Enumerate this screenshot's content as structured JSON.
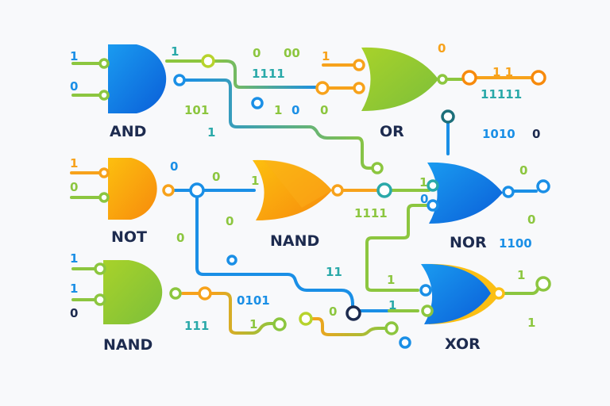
{
  "colors": {
    "background": "#f8f9fb",
    "blue": "#1a8fe6",
    "green": "#8cc63f",
    "orange": "#f7a21b",
    "teal": "#2aa9a9",
    "navy": "#1d2b4f"
  },
  "gates": [
    {
      "id": "and",
      "label": "AND"
    },
    {
      "id": "or",
      "label": "OR"
    },
    {
      "id": "not",
      "label": "NOT"
    },
    {
      "id": "nand-mid",
      "label": "NAND"
    },
    {
      "id": "nor",
      "label": "NOR"
    },
    {
      "id": "nand-bottom",
      "label": "NAND"
    },
    {
      "id": "xor",
      "label": "XOR"
    }
  ],
  "bits": [
    {
      "text": "1",
      "color": "#1a8fe6"
    },
    {
      "text": "0",
      "color": "#1a8fe6"
    },
    {
      "text": "1",
      "color": "#2aa9a9"
    },
    {
      "text": "0",
      "color": "#8cc63f"
    },
    {
      "text": "00",
      "color": "#8cc63f"
    },
    {
      "text": "1111",
      "color": "#2aa9a9"
    },
    {
      "text": "101",
      "color": "#8cc63f"
    },
    {
      "text": "1",
      "color": "#2aa9a9"
    },
    {
      "text": "1",
      "color": "#8cc63f"
    },
    {
      "text": "0",
      "color": "#1a8fe6"
    },
    {
      "text": "0",
      "color": "#8cc63f"
    },
    {
      "text": "1",
      "color": "#f7a21b"
    },
    {
      "text": "0",
      "color": "#f7a21b"
    },
    {
      "text": "1  1",
      "color": "#f7a21b"
    },
    {
      "text": "11111",
      "color": "#2aa9a9"
    },
    {
      "text": "1010",
      "color": "#1a8fe6"
    },
    {
      "text": "0",
      "color": "#1d2b4f"
    },
    {
      "text": "1",
      "color": "#f7a21b"
    },
    {
      "text": "0",
      "color": "#8cc63f"
    },
    {
      "text": "0",
      "color": "#1a8fe6"
    },
    {
      "text": "0",
      "color": "#8cc63f"
    },
    {
      "text": "1",
      "color": "#8cc63f"
    },
    {
      "text": "0",
      "color": "#8cc63f"
    },
    {
      "text": "0",
      "color": "#8cc63f"
    },
    {
      "text": "1111",
      "color": "#8cc63f"
    },
    {
      "text": "1",
      "color": "#8cc63f"
    },
    {
      "text": "0",
      "color": "#1a8fe6"
    },
    {
      "text": "0",
      "color": "#8cc63f"
    },
    {
      "text": "0",
      "color": "#8cc63f"
    },
    {
      "text": "1100",
      "color": "#1a8fe6"
    },
    {
      "text": "1",
      "color": "#1a8fe6"
    },
    {
      "text": "1",
      "color": "#1a8fe6"
    },
    {
      "text": "0",
      "color": "#1d2b4f"
    },
    {
      "text": "111",
      "color": "#2aa9a9"
    },
    {
      "text": "0101",
      "color": "#1a8fe6"
    },
    {
      "text": "1",
      "color": "#8cc63f"
    },
    {
      "text": "11",
      "color": "#2aa9a9"
    },
    {
      "text": "0",
      "color": "#8cc63f"
    },
    {
      "text": "1",
      "color": "#2aa9a9"
    },
    {
      "text": "1",
      "color": "#8cc63f"
    },
    {
      "text": "1",
      "color": "#8cc63f"
    },
    {
      "text": "1",
      "color": "#8cc63f"
    }
  ]
}
